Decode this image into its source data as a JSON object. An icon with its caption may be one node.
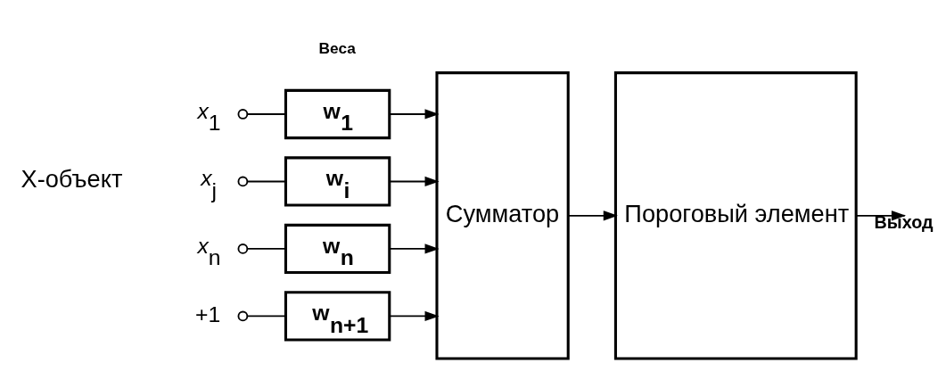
{
  "diagram": {
    "nodes": [
      {
        "text": [
          "*x*$_{1}$"
        ]
      },
      {
        "text": [
          "w$_{1}$"
        ]
      },
      {
        "text": [
          "*x*$_{j}$"
        ]
      },
      {
        "text": [
          "w$_{i}$"
        ]
      },
      {
        "text": [
          "*x*$_{n}$"
        ]
      },
      {
        "text": [
          "w$_{n}$"
        ]
      },
      {
        "text": [
          "+1"
        ]
      },
      {
        "text": [
          "w$_{n+1}$"
        ]
      },
      {
        "text": [
          "Сумматор"
        ]
      },
      {
        "text": [
          "Пороговый элемент"
        ]
      }
    ],
    "edges": [
      {
        "from": 0,
        "to": 1,
        "arrow": "other"
      },
      {
        "from": 2,
        "to": 3,
        "arrow": "other"
      },
      {
        "from": 4,
        "to": 5,
        "arrow": "other"
      },
      {
        "from": 6,
        "to": 7,
        "arrow": "other"
      },
      {
        "from": 1,
        "to": 8,
        "arrow": "to"
      },
      {
        "from": 3,
        "to": 8,
        "arrow": "to"
      },
      {
        "from": 5,
        "to": 8,
        "arrow": "to"
      },
      {
        "from": 7,
        "to": 8,
        "arrow": "to"
      },
      {
        "from": 8,
        "to": 9,
        "arrow": "to"
      },
      {
        "from": 9,
        "to": null,
        "arrow": "to",
        "label": "Выход"
      }
    ],
    "labels": [
      "Веса",
      "X-объект"
    ]
  }
}
